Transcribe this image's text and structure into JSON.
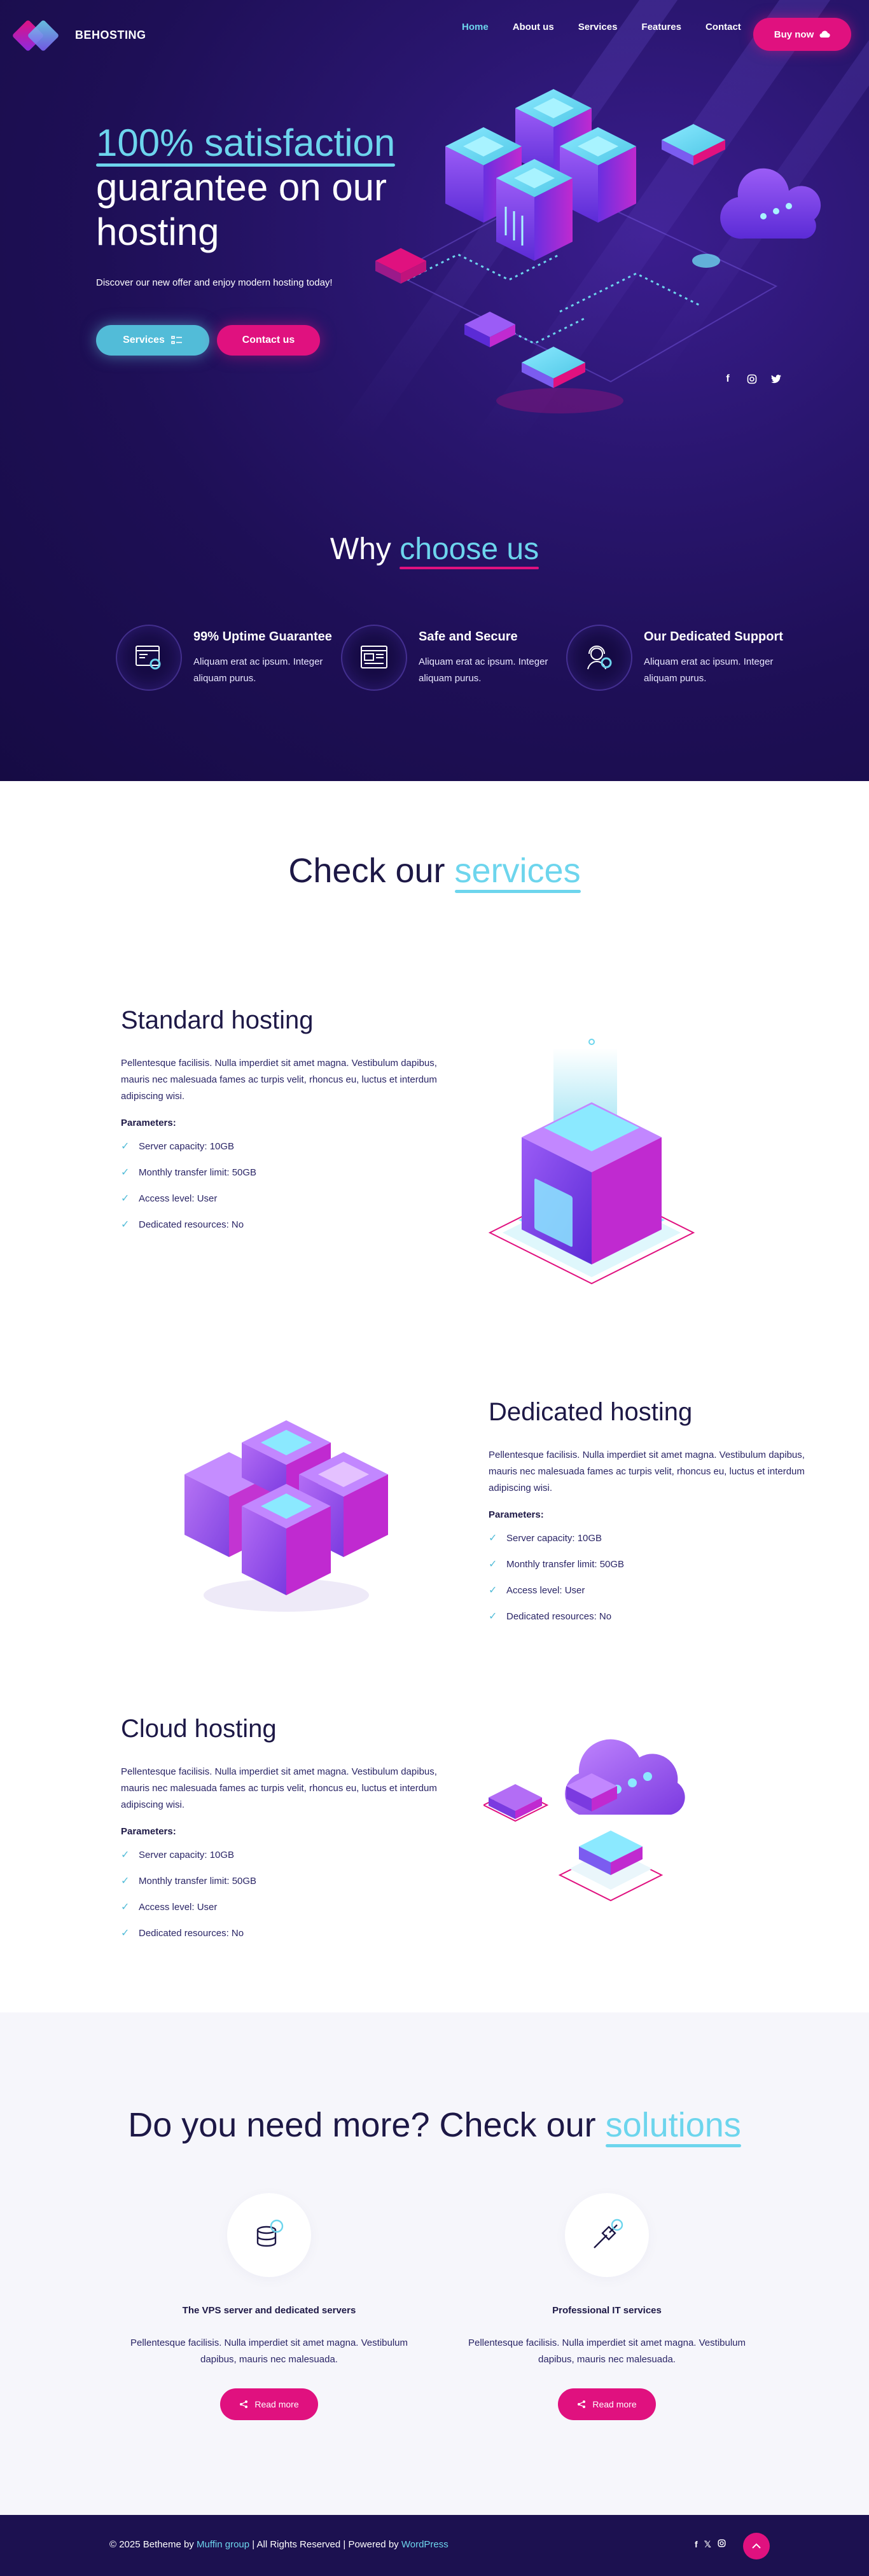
{
  "header": {
    "brand": "BEHOSTING",
    "nav": [
      {
        "label": "Home"
      },
      {
        "label": "About us"
      },
      {
        "label": "Services"
      },
      {
        "label": "Features"
      },
      {
        "label": "Contact"
      }
    ],
    "buy_label": "Buy now"
  },
  "hero": {
    "title_highlight": "100% satisfaction",
    "title_line2": "guarantee on our",
    "title_line3": "hosting",
    "subtitle": "Discover our new offer and enjoy modern hosting today!",
    "services_btn": "Services",
    "contact_btn": "Contact us"
  },
  "why": {
    "title_plain": "Why",
    "title_highlight": "choose us",
    "items": [
      {
        "title": "99% Uptime Guarantee",
        "text": "Aliquam erat ac ipsum. Integer aliquam purus.",
        "icon": "browser-gear-icon"
      },
      {
        "title": "Safe and Secure",
        "text": "Aliquam erat ac ipsum. Integer aliquam purus.",
        "icon": "browser-window-icon"
      },
      {
        "title": "Our Dedicated Support",
        "text": "Aliquam erat ac ipsum. Integer aliquam purus.",
        "icon": "support-agent-icon"
      }
    ]
  },
  "services": {
    "title_plain": "Check our",
    "title_highlight": "services",
    "params_label": "Parameters:",
    "items": [
      {
        "title": "Standard hosting",
        "desc": "Pellentesque facilisis. Nulla imperdiet sit amet magna. Vestibulum dapibus, mauris nec malesuada fames ac turpis velit, rhoncus eu, luctus et interdum adipiscing wisi.",
        "params": [
          "Server capacity: 10GB",
          "Monthly transfer limit: 50GB",
          "Access level: User",
          "Dedicated resources: No"
        ]
      },
      {
        "title": "Dedicated hosting",
        "desc": "Pellentesque facilisis. Nulla imperdiet sit amet magna. Vestibulum dapibus, mauris nec malesuada fames ac turpis velit, rhoncus eu, luctus et interdum adipiscing wisi.",
        "params": [
          "Server capacity: 10GB",
          "Monthly transfer limit: 50GB",
          "Access level: User",
          "Dedicated resources: No"
        ]
      },
      {
        "title": "Cloud hosting",
        "desc": "Pellentesque facilisis. Nulla imperdiet sit amet magna. Vestibulum dapibus, mauris nec malesuada fames ac turpis velit, rhoncus eu, luctus et interdum adipiscing wisi.",
        "params": [
          "Server capacity: 10GB",
          "Monthly transfer limit: 50GB",
          "Access level: User",
          "Dedicated resources: No"
        ]
      }
    ]
  },
  "solutions": {
    "title_plain": "Do you need more? Check our",
    "title_highlight": "solutions",
    "items": [
      {
        "title": "The VPS server and dedicated servers",
        "text": "Pellentesque facilisis. Nulla imperdiet sit amet magna. Vestibulum dapibus, mauris nec malesuada.",
        "btn": "Read more",
        "icon": "database-icon"
      },
      {
        "title": "Professional IT services",
        "text": "Pellentesque facilisis. Nulla imperdiet sit amet magna. Vestibulum dapibus, mauris nec malesuada.",
        "btn": "Read more",
        "icon": "tools-icon"
      }
    ]
  },
  "footer": {
    "copy_prefix": "© 2025 Betheme by",
    "link1": "Muffin group",
    "copy_mid": "| All Rights Reserved | Powered by",
    "link2": "WordPress"
  },
  "colors": {
    "accent_cyan": "#6dd5ed",
    "accent_pink": "#e0117f",
    "hero_bg": "#1e0f56",
    "text_dark": "#1d1846"
  }
}
